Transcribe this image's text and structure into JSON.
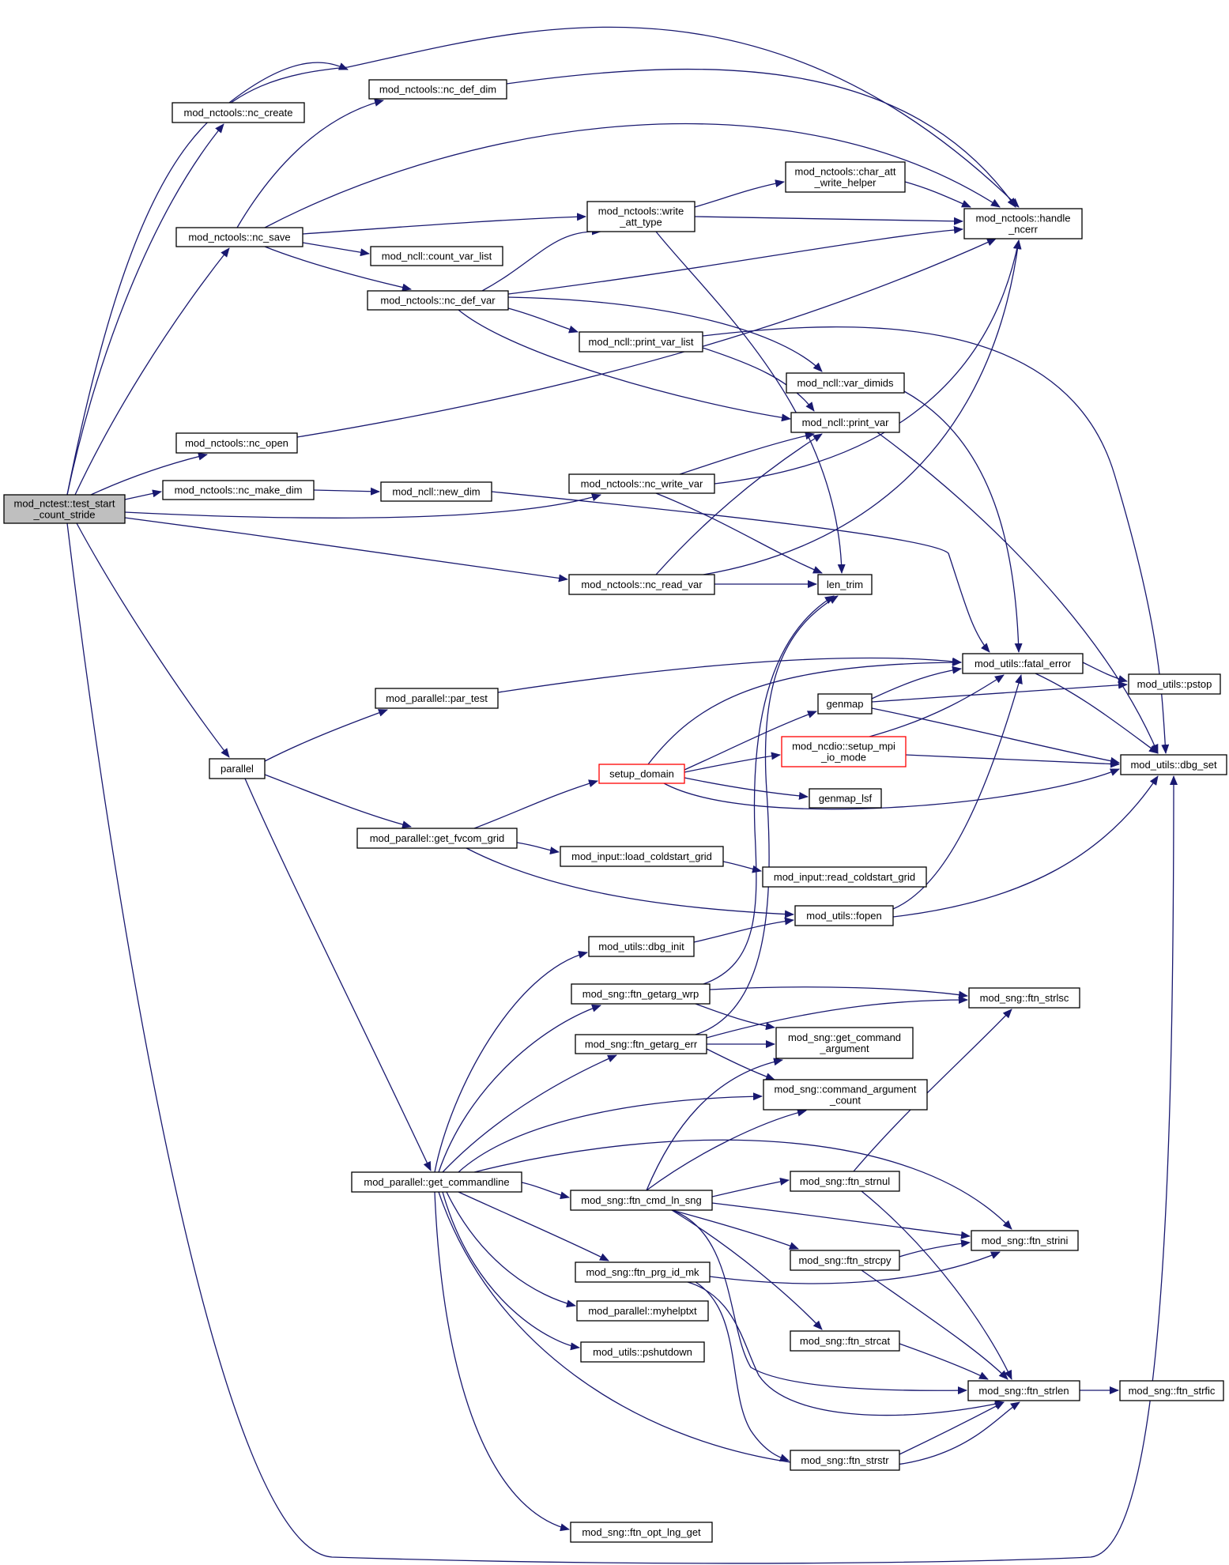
{
  "graph": {
    "root": "mod_nctest::test_start_count_stride",
    "nodes": [
      {
        "id": "root",
        "lines": [
          "mod_nctest::test_start",
          "_count_stride"
        ],
        "style": "root"
      },
      {
        "id": "nc_create",
        "lines": [
          "mod_nctools::nc_create"
        ]
      },
      {
        "id": "nc_def_dim",
        "lines": [
          "mod_nctools::nc_def_dim"
        ]
      },
      {
        "id": "nc_save",
        "lines": [
          "mod_nctools::nc_save"
        ]
      },
      {
        "id": "write_att_type",
        "lines": [
          "mod_nctools::write",
          "_att_type"
        ]
      },
      {
        "id": "char_att",
        "lines": [
          "mod_nctools::char_att",
          "_write_helper"
        ]
      },
      {
        "id": "handle_ncerr",
        "lines": [
          "mod_nctools::handle",
          "_ncerr"
        ]
      },
      {
        "id": "count_var_list",
        "lines": [
          "mod_ncll::count_var_list"
        ]
      },
      {
        "id": "nc_def_var",
        "lines": [
          "mod_nctools::nc_def_var"
        ]
      },
      {
        "id": "print_var_list",
        "lines": [
          "mod_ncll::print_var_list"
        ]
      },
      {
        "id": "var_dimids",
        "lines": [
          "mod_ncll::var_dimids"
        ]
      },
      {
        "id": "nc_open",
        "lines": [
          "mod_nctools::nc_open"
        ]
      },
      {
        "id": "print_var",
        "lines": [
          "mod_ncll::print_var"
        ]
      },
      {
        "id": "nc_make_dim",
        "lines": [
          "mod_nctools::nc_make_dim"
        ]
      },
      {
        "id": "new_dim",
        "lines": [
          "mod_ncll::new_dim"
        ]
      },
      {
        "id": "nc_write_var",
        "lines": [
          "mod_nctools::nc_write_var"
        ]
      },
      {
        "id": "nc_read_var",
        "lines": [
          "mod_nctools::nc_read_var"
        ]
      },
      {
        "id": "len_trim",
        "lines": [
          "len_trim"
        ]
      },
      {
        "id": "fatal_error",
        "lines": [
          "mod_utils::fatal_error"
        ]
      },
      {
        "id": "pstop",
        "lines": [
          "mod_utils::pstop"
        ]
      },
      {
        "id": "par_test",
        "lines": [
          "mod_parallel::par_test"
        ]
      },
      {
        "id": "genmap",
        "lines": [
          "genmap"
        ]
      },
      {
        "id": "parallel",
        "lines": [
          "parallel"
        ]
      },
      {
        "id": "setup_domain",
        "lines": [
          "setup_domain"
        ],
        "style": "red"
      },
      {
        "id": "setup_mpi",
        "lines": [
          "mod_ncdio::setup_mpi",
          "_io_mode"
        ],
        "style": "red"
      },
      {
        "id": "dbg_set",
        "lines": [
          "mod_utils::dbg_set"
        ]
      },
      {
        "id": "genmap_lsf",
        "lines": [
          "genmap_lsf"
        ]
      },
      {
        "id": "get_fvcom_grid",
        "lines": [
          "mod_parallel::get_fvcom_grid"
        ]
      },
      {
        "id": "load_coldstart",
        "lines": [
          "mod_input::load_coldstart_grid"
        ]
      },
      {
        "id": "read_coldstart",
        "lines": [
          "mod_input::read_coldstart_grid"
        ]
      },
      {
        "id": "fopen",
        "lines": [
          "mod_utils::fopen"
        ]
      },
      {
        "id": "dbg_init",
        "lines": [
          "mod_utils::dbg_init"
        ]
      },
      {
        "id": "getarg_wrp",
        "lines": [
          "mod_sng::ftn_getarg_wrp"
        ]
      },
      {
        "id": "strlsc",
        "lines": [
          "mod_sng::ftn_strlsc"
        ]
      },
      {
        "id": "getarg_err",
        "lines": [
          "mod_sng::ftn_getarg_err"
        ]
      },
      {
        "id": "get_command_argument",
        "lines": [
          "mod_sng::get_command",
          "_argument"
        ]
      },
      {
        "id": "command_argument_count",
        "lines": [
          "mod_sng::command_argument",
          "_count"
        ]
      },
      {
        "id": "get_commandline",
        "lines": [
          "mod_parallel::get_commandline"
        ]
      },
      {
        "id": "cmd_ln_sng",
        "lines": [
          "mod_sng::ftn_cmd_ln_sng"
        ]
      },
      {
        "id": "strnul",
        "lines": [
          "mod_sng::ftn_strnul"
        ]
      },
      {
        "id": "strini",
        "lines": [
          "mod_sng::ftn_strini"
        ]
      },
      {
        "id": "strcpy",
        "lines": [
          "mod_sng::ftn_strcpy"
        ]
      },
      {
        "id": "prg_id_mk",
        "lines": [
          "mod_sng::ftn_prg_id_mk"
        ]
      },
      {
        "id": "myhelptxt",
        "lines": [
          "mod_parallel::myhelptxt"
        ]
      },
      {
        "id": "strcat",
        "lines": [
          "mod_sng::ftn_strcat"
        ]
      },
      {
        "id": "pshutdown",
        "lines": [
          "mod_utils::pshutdown"
        ]
      },
      {
        "id": "strlen",
        "lines": [
          "mod_sng::ftn_strlen"
        ]
      },
      {
        "id": "strfic",
        "lines": [
          "mod_sng::ftn_strfic"
        ]
      },
      {
        "id": "strstr",
        "lines": [
          "mod_sng::ftn_strstr"
        ]
      },
      {
        "id": "opt_lng_get",
        "lines": [
          "mod_sng::ftn_opt_lng_get"
        ]
      }
    ],
    "edges": [
      [
        "root",
        "nc_create"
      ],
      [
        "root",
        "nc_save"
      ],
      [
        "root",
        "nc_open"
      ],
      [
        "root",
        "nc_make_dim"
      ],
      [
        "root",
        "nc_write_var"
      ],
      [
        "root",
        "nc_read_var"
      ],
      [
        "root",
        "parallel"
      ],
      [
        "root",
        "dbg_set"
      ],
      [
        "root",
        "handle_ncerr"
      ],
      [
        "nc_create",
        "handle_ncerr"
      ],
      [
        "nc_save",
        "nc_def_dim"
      ],
      [
        "nc_save",
        "handle_ncerr"
      ],
      [
        "nc_save",
        "write_att_type"
      ],
      [
        "nc_save",
        "count_var_list"
      ],
      [
        "nc_save",
        "nc_def_var"
      ],
      [
        "nc_def_dim",
        "handle_ncerr"
      ],
      [
        "write_att_type",
        "char_att"
      ],
      [
        "write_att_type",
        "handle_ncerr"
      ],
      [
        "write_att_type",
        "len_trim"
      ],
      [
        "char_att",
        "handle_ncerr"
      ],
      [
        "nc_def_var",
        "write_att_type"
      ],
      [
        "nc_def_var",
        "handle_ncerr"
      ],
      [
        "nc_def_var",
        "print_var_list"
      ],
      [
        "nc_def_var",
        "var_dimids"
      ],
      [
        "nc_def_var",
        "print_var"
      ],
      [
        "print_var_list",
        "print_var"
      ],
      [
        "print_var_list",
        "dbg_set"
      ],
      [
        "var_dimids",
        "fatal_error"
      ],
      [
        "nc_open",
        "handle_ncerr"
      ],
      [
        "print_var",
        "dbg_set"
      ],
      [
        "nc_make_dim",
        "new_dim"
      ],
      [
        "new_dim",
        "fatal_error"
      ],
      [
        "nc_write_var",
        "print_var"
      ],
      [
        "nc_write_var",
        "handle_ncerr"
      ],
      [
        "nc_write_var",
        "len_trim"
      ],
      [
        "nc_read_var",
        "print_var"
      ],
      [
        "nc_read_var",
        "handle_ncerr"
      ],
      [
        "nc_read_var",
        "len_trim"
      ],
      [
        "fatal_error",
        "pstop"
      ],
      [
        "fatal_error",
        "dbg_set"
      ],
      [
        "par_test",
        "fatal_error"
      ],
      [
        "genmap",
        "fatal_error"
      ],
      [
        "genmap",
        "pstop"
      ],
      [
        "genmap",
        "dbg_set"
      ],
      [
        "parallel",
        "par_test"
      ],
      [
        "parallel",
        "get_fvcom_grid"
      ],
      [
        "parallel",
        "get_commandline"
      ],
      [
        "setup_domain",
        "fatal_error"
      ],
      [
        "setup_domain",
        "genmap"
      ],
      [
        "setup_domain",
        "setup_mpi"
      ],
      [
        "setup_domain",
        "genmap_lsf"
      ],
      [
        "setup_domain",
        "dbg_set"
      ],
      [
        "setup_mpi",
        "fatal_error"
      ],
      [
        "setup_mpi",
        "dbg_set"
      ],
      [
        "get_fvcom_grid",
        "setup_domain"
      ],
      [
        "get_fvcom_grid",
        "load_coldstart"
      ],
      [
        "get_fvcom_grid",
        "fopen"
      ],
      [
        "load_coldstart",
        "read_coldstart"
      ],
      [
        "fopen",
        "fatal_error"
      ],
      [
        "fopen",
        "dbg_set"
      ],
      [
        "dbg_init",
        "fopen"
      ],
      [
        "getarg_wrp",
        "strlsc"
      ],
      [
        "getarg_wrp",
        "get_command_argument"
      ],
      [
        "getarg_wrp",
        "len_trim"
      ],
      [
        "getarg_err",
        "strlsc"
      ],
      [
        "getarg_err",
        "get_command_argument"
      ],
      [
        "getarg_err",
        "command_argument_count"
      ],
      [
        "getarg_err",
        "len_trim"
      ],
      [
        "get_commandline",
        "dbg_init"
      ],
      [
        "get_commandline",
        "getarg_wrp"
      ],
      [
        "get_commandline",
        "getarg_err"
      ],
      [
        "get_commandline",
        "command_argument_count"
      ],
      [
        "get_commandline",
        "strini"
      ],
      [
        "get_commandline",
        "cmd_ln_sng"
      ],
      [
        "get_commandline",
        "prg_id_mk"
      ],
      [
        "get_commandline",
        "myhelptxt"
      ],
      [
        "get_commandline",
        "pshutdown"
      ],
      [
        "get_commandline",
        "strlen"
      ],
      [
        "get_commandline",
        "opt_lng_get"
      ],
      [
        "cmd_ln_sng",
        "get_command_argument"
      ],
      [
        "cmd_ln_sng",
        "command_argument_count"
      ],
      [
        "cmd_ln_sng",
        "strnul"
      ],
      [
        "cmd_ln_sng",
        "strini"
      ],
      [
        "cmd_ln_sng",
        "strcpy"
      ],
      [
        "cmd_ln_sng",
        "strcat"
      ],
      [
        "cmd_ln_sng",
        "strlen"
      ],
      [
        "strnul",
        "strlsc"
      ],
      [
        "strnul",
        "strlen"
      ],
      [
        "strcpy",
        "strini"
      ],
      [
        "strcpy",
        "strlen"
      ],
      [
        "prg_id_mk",
        "strini"
      ],
      [
        "prg_id_mk",
        "strlen"
      ],
      [
        "prg_id_mk",
        "strstr"
      ],
      [
        "strcat",
        "strlen"
      ],
      [
        "strstr",
        "strlen"
      ],
      [
        "strlen",
        "strfic"
      ]
    ]
  },
  "colors": {
    "edge": "#191970",
    "node_border": "#000000",
    "node_fill": "#ffffff",
    "root_fill": "#bfbfbf",
    "highlight_border": "#ff0000"
  }
}
